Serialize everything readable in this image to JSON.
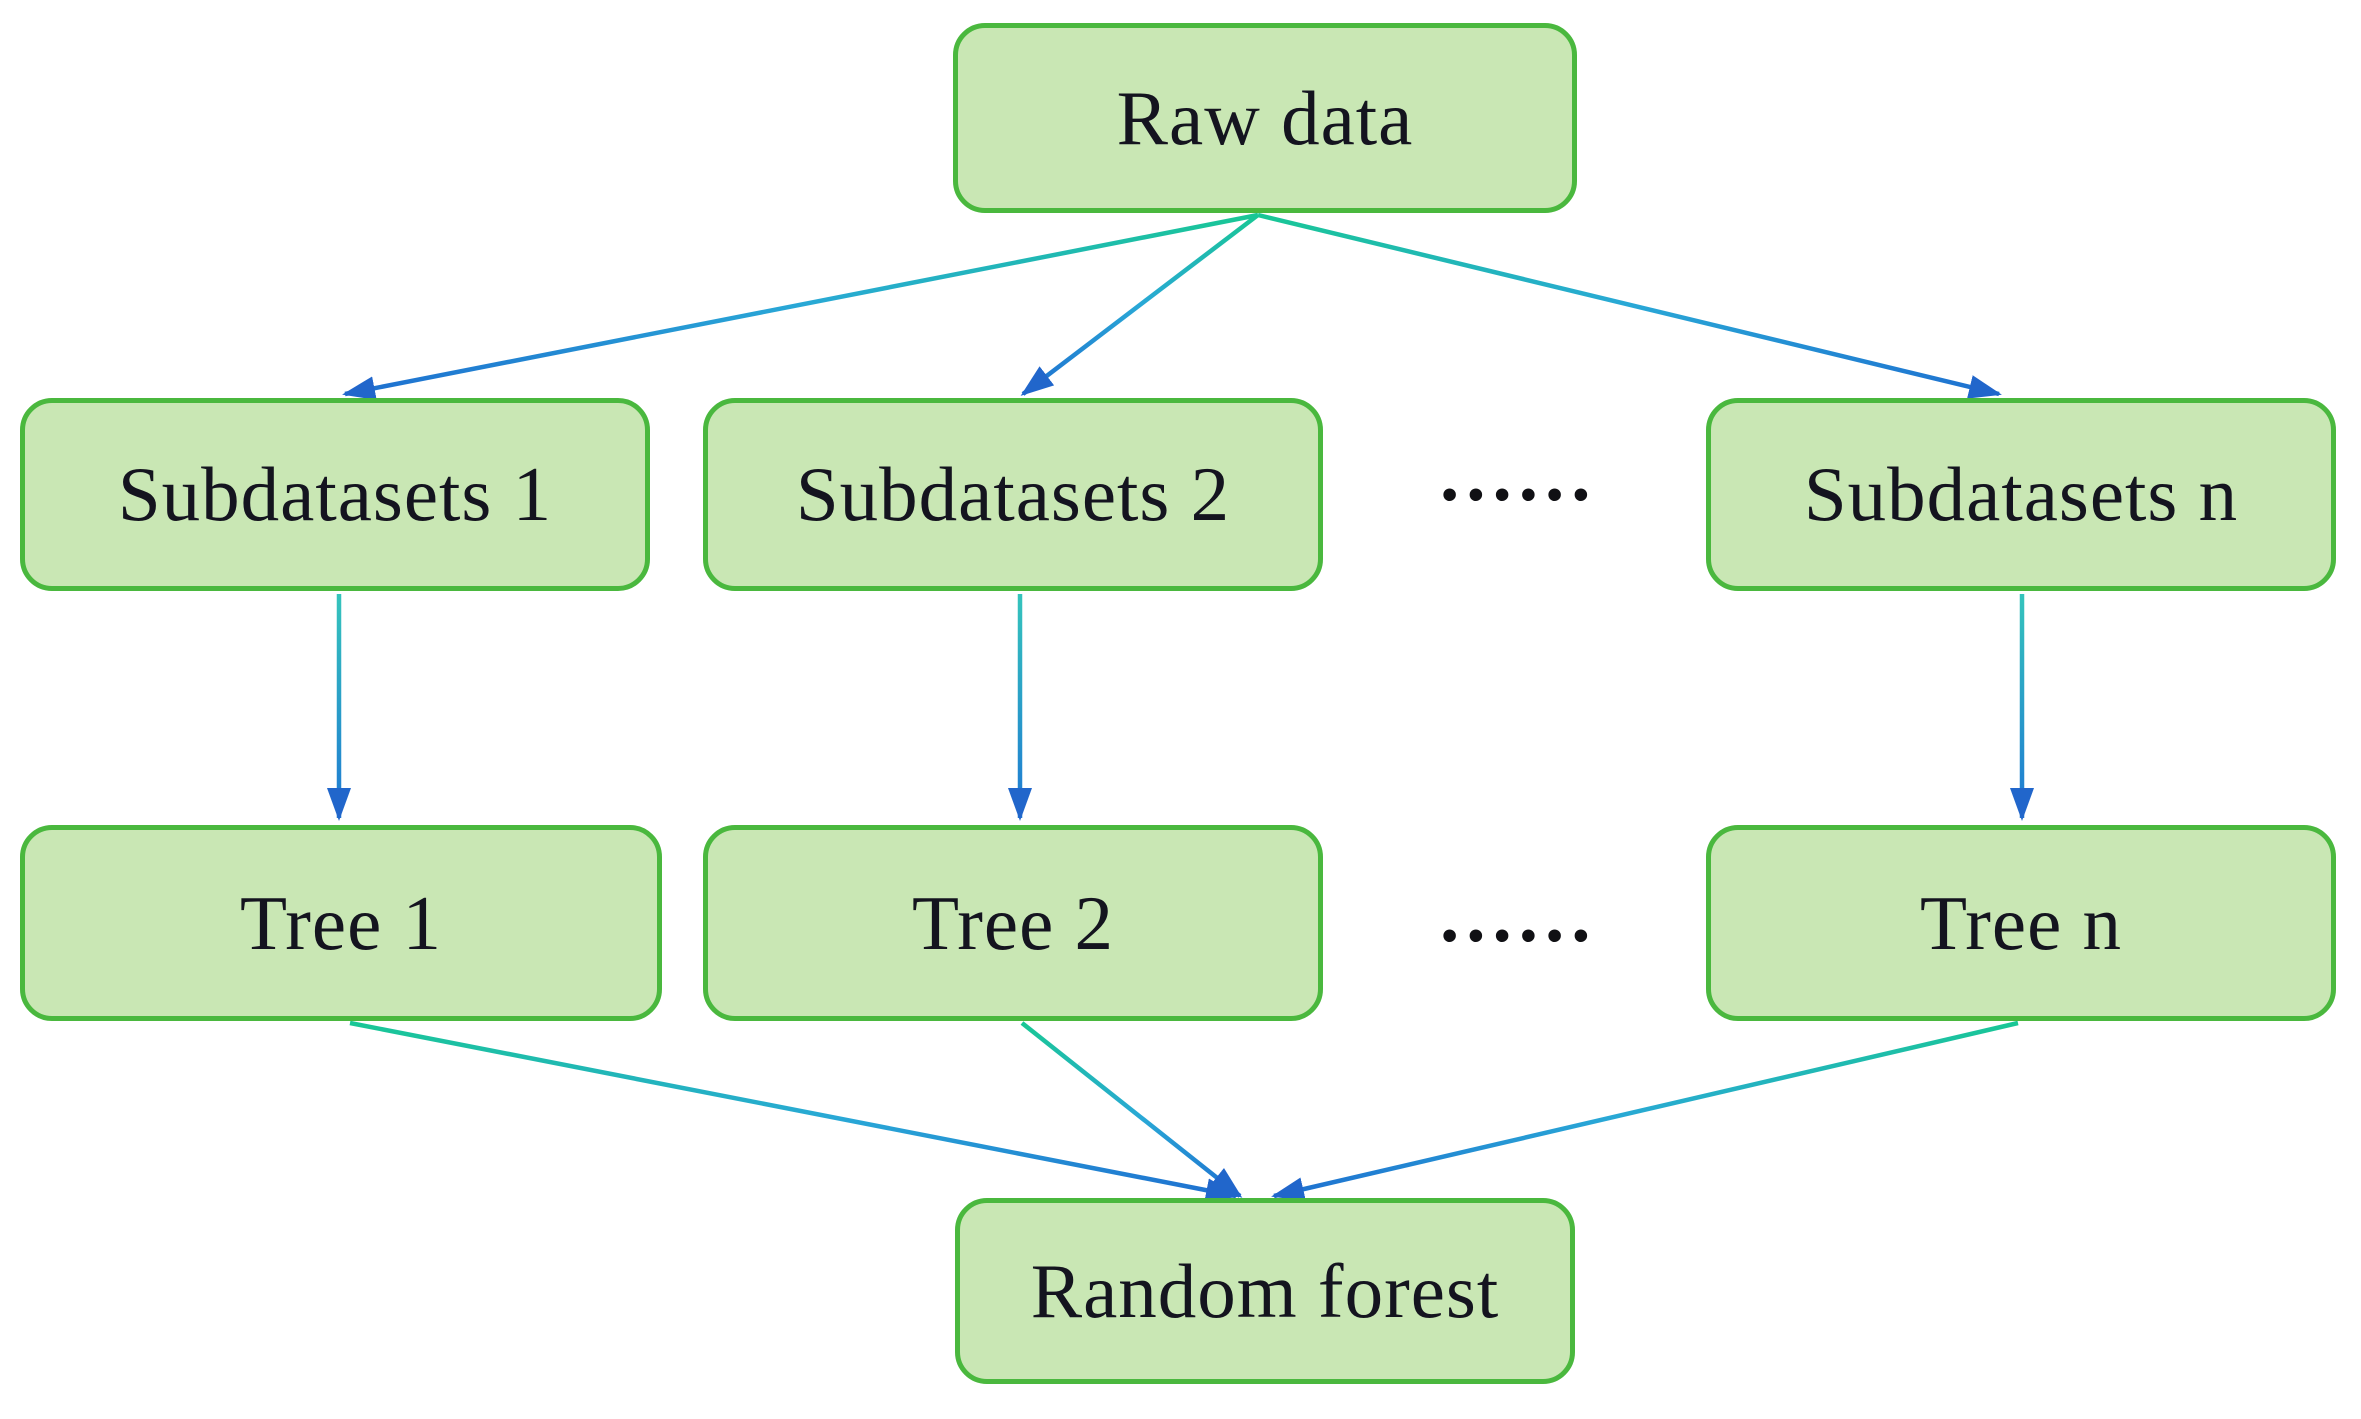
{
  "nodes": {
    "raw_data": {
      "label": "Raw data"
    },
    "subdatasets_1": {
      "label": "Subdatasets 1"
    },
    "subdatasets_2": {
      "label": "Subdatasets 2"
    },
    "subdatasets_n": {
      "label": "Subdatasets n"
    },
    "tree_1": {
      "label": "Tree 1"
    },
    "tree_2": {
      "label": "Tree 2"
    },
    "tree_n": {
      "label": "Tree n"
    },
    "random_forest": {
      "label": "Random forest"
    }
  },
  "ellipsis": {
    "subdatasets_row": "......",
    "tree_row": "......"
  },
  "edges": [
    {
      "from": "Raw data",
      "to": "Subdatasets 1"
    },
    {
      "from": "Raw data",
      "to": "Subdatasets 2"
    },
    {
      "from": "Raw data",
      "to": "Subdatasets n"
    },
    {
      "from": "Subdatasets 1",
      "to": "Tree 1"
    },
    {
      "from": "Subdatasets 2",
      "to": "Tree 2"
    },
    {
      "from": "Subdatasets n",
      "to": "Tree n"
    },
    {
      "from": "Tree 1",
      "to": "Random forest"
    },
    {
      "from": "Tree 2",
      "to": "Random forest"
    },
    {
      "from": "Tree n",
      "to": "Random forest"
    }
  ],
  "colors": {
    "background": "#ffffff",
    "node_fill": "#c9e7b4",
    "node_border": "#4ab83e",
    "label_text": "#14141f",
    "arrow_gradient_start": "#19c795",
    "arrow_gradient_mid": "#29a8d6",
    "arrow_gradient_end": "#1e6fd0",
    "arrowhead": "#2166cb"
  }
}
